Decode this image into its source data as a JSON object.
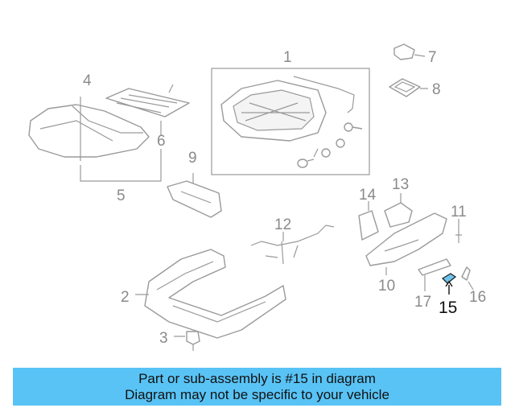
{
  "callouts": {
    "c1": "1",
    "c2": "2",
    "c3": "3",
    "c4": "4",
    "c5": "5",
    "c6": "6",
    "c7": "7",
    "c8": "8",
    "c9": "9",
    "c10": "10",
    "c11": "11",
    "c12": "12",
    "c13": "13",
    "c14": "14",
    "c15": "15",
    "c16": "16",
    "c17": "17"
  },
  "highlight_part": "15",
  "colors": {
    "banner": "#59c3f5",
    "highlight": "#6fc4ee",
    "lines": "#9a9a9a"
  },
  "banner": {
    "line1": "Part or sub-assembly is #15 in diagram",
    "line2": "Diagram may not be specific to your vehicle"
  }
}
